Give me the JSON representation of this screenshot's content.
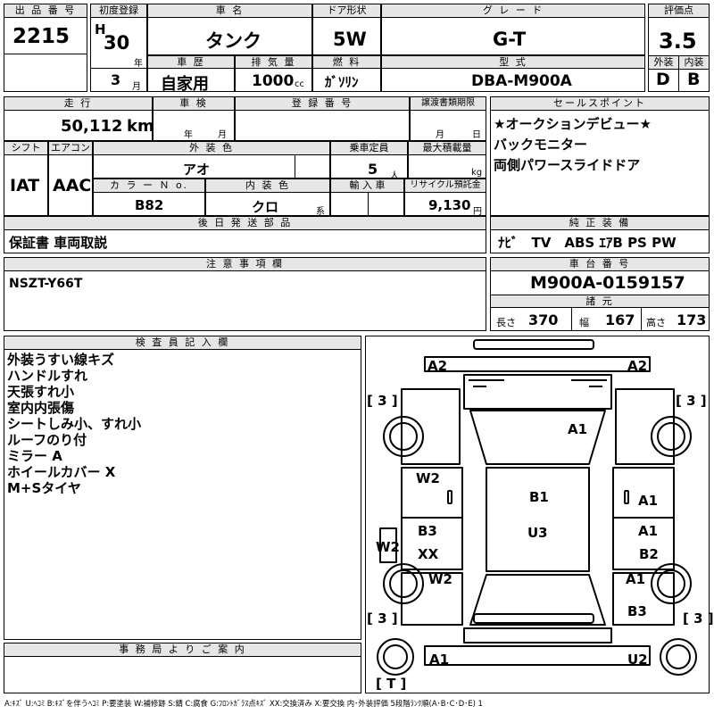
{
  "header": {
    "lot_no": {
      "label": "出 品 番 号",
      "value": "2215"
    },
    "first_reg": {
      "label": "初度登録",
      "era": "H",
      "year": "30",
      "year_unit": "年",
      "month": "3",
      "month_unit": "月"
    },
    "car_name": {
      "label": "車 名",
      "value": "タンク"
    },
    "door": {
      "label": "ドア形状",
      "value": "5W"
    },
    "grade": {
      "label": "グ レ ー ド",
      "value": "G-T"
    },
    "score": {
      "label": "評価点",
      "value": "3.5"
    },
    "history": {
      "label": "車 歴",
      "value": "自家用"
    },
    "displacement": {
      "label": "排 気 量",
      "value": "1000",
      "unit": "cc"
    },
    "fuel": {
      "label": "燃 料",
      "value": "ｶﾞｿﾘﾝ"
    },
    "model": {
      "label": "型 式",
      "value": "DBA-M900A"
    },
    "exterior_grade": {
      "label": "外装",
      "value": "D"
    },
    "interior_grade": {
      "label": "内装",
      "value": "B"
    }
  },
  "row2": {
    "mileage": {
      "label": "走 行",
      "value": "50,112",
      "unit": "km"
    },
    "inspection": {
      "label": "車 検",
      "year_unit": "年",
      "month_unit": "月"
    },
    "registration": {
      "label": "登 録 番 号"
    },
    "transfer": {
      "label": "譲渡書類期限",
      "month_unit": "月",
      "day_unit": "日"
    },
    "shift": {
      "label": "シフト",
      "value": "IAT"
    },
    "aircon": {
      "label": "エアコン",
      "value": "AAC"
    },
    "exterior_color": {
      "label": "外 装 色",
      "value": "アオ"
    },
    "capacity": {
      "label": "乗車定員",
      "value": "5",
      "unit": "人"
    },
    "max_load": {
      "label": "最大積載量",
      "unit": "kg"
    },
    "color_no": {
      "label": "カ ラ ー Ｎ o.",
      "value": "B82"
    },
    "interior_color": {
      "label": "内 装 色",
      "value": "クロ",
      "unit": "系"
    },
    "import": {
      "label": "輸 入 車"
    },
    "recycle": {
      "label": "リサイクル預託金",
      "value": "9,130",
      "unit": "円"
    }
  },
  "sales_points": {
    "label": "セールスポイント",
    "items": [
      "★オークションデビュー★",
      "バックモニター",
      "両側パワースライドドア"
    ]
  },
  "later_parts": {
    "label": "後 日 発 送 部 品",
    "value": "保証書 車両取説"
  },
  "genuine": {
    "label": "純 正 装 備",
    "value": "ﾅﾋﾞ　TV　ABS ｴｱB PS PW"
  },
  "caution": {
    "label": "注 意 事 項 欄",
    "value": "NSZT-Y66T"
  },
  "chassis": {
    "label": "車 台 番 号",
    "value": "M900A-0159157"
  },
  "specs": {
    "label": "諸 元",
    "length_label": "長さ",
    "length": "370",
    "width_label": "幅",
    "width": "167",
    "height_label": "高さ",
    "height": "173"
  },
  "inspector": {
    "label": "検 査 員 記 入 欄",
    "notes": [
      "外装うすい線キズ",
      "ハンドルすれ",
      "天張すれ小",
      "室内内張傷",
      "シートしみ小、すれ小",
      "ルーフのり付",
      "ミラー A",
      "ホイールカバー X",
      "M+Sタイヤ"
    ]
  },
  "damage": {
    "a2_left": "A2",
    "a2_right": "A2",
    "tire_fl": "[ 3 ]",
    "tire_fr": "[ 3 ]",
    "tire_rl": "[ 3 ]",
    "tire_rr": "[ 3 ]",
    "spare": "[ T ]",
    "hood": "A1",
    "w2_left_upper": "W2",
    "a1_right_upper": "A1",
    "b1_roof": "B1",
    "b3_left": "B3",
    "xx_left": "XX",
    "u3_roof": "U3",
    "a1_right_mid": "A1",
    "b2_right": "B2",
    "w2_left_side": "W2",
    "w2_left_lower": "W2",
    "a1_right_lower": "A1",
    "b3_right_lower": "B3",
    "a1_rear_left": "A1",
    "u2_rear_right": "U2"
  },
  "office": {
    "label": "事 務 局 よ り ご 案 内"
  },
  "legend": "A:ｷｽﾞ  U:ﾍｺﾐ  B:ｷｽﾞを伴うﾍｺﾐ  P:要塗装  W:補修跡  S:錆  C:腐食  G:ﾌﾛﾝﾄｶﾞﾗｽ点ｷｽﾞ  XX:交換済み  X:要交換  内･外装評価  5段階ﾗﾝｸ順(A･B･C･D･E) 1"
}
